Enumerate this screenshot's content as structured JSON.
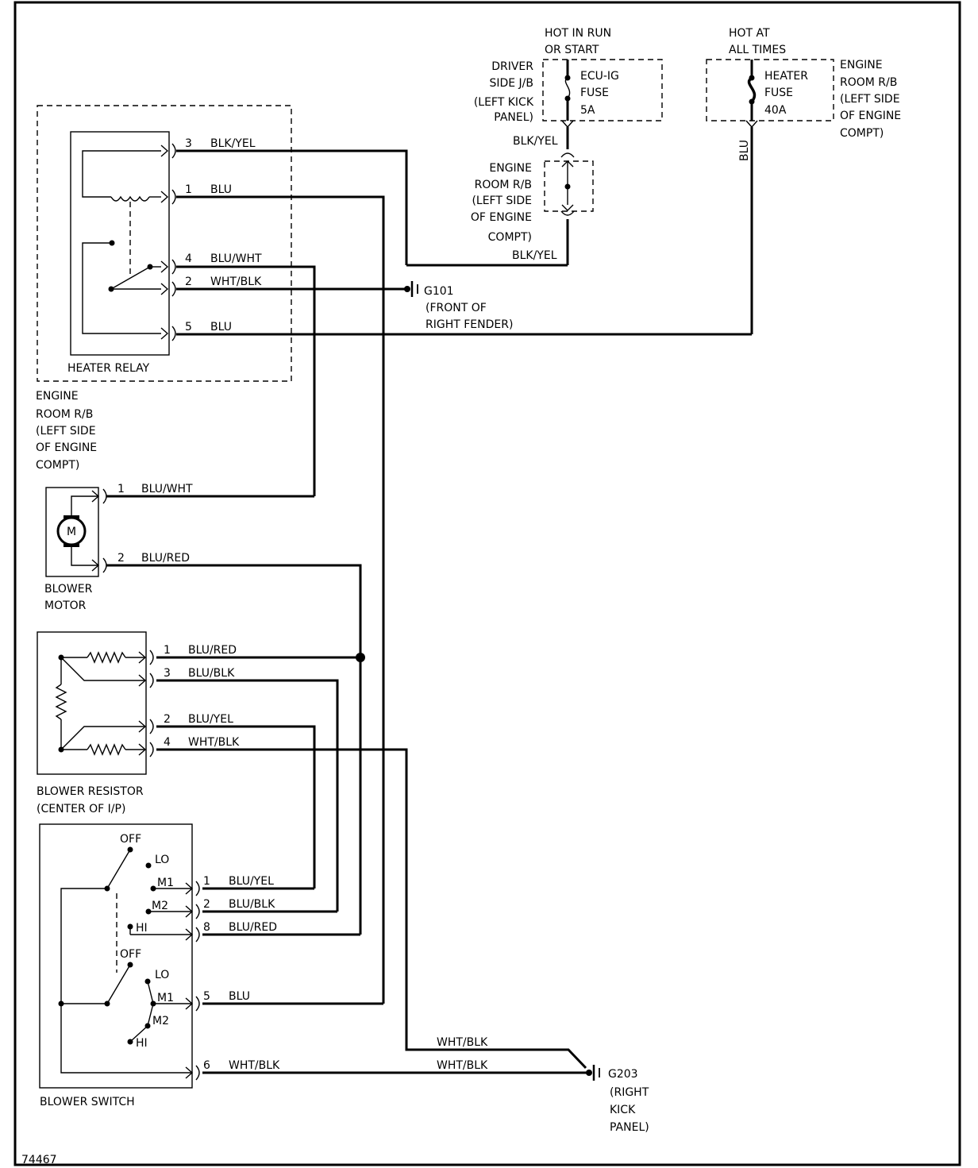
{
  "diagram_id": "74467",
  "power": {
    "run_start": {
      "line1": "HOT IN RUN",
      "line2": "OR START"
    },
    "all_times": {
      "line1": "HOT AT",
      "line2": "ALL TIMES"
    }
  },
  "driver_jb": {
    "lines": [
      "DRIVER",
      "SIDE J/B",
      "(LEFT KICK",
      "PANEL)"
    ]
  },
  "ecu_fuse": {
    "lines": [
      "ECU-IG",
      "FUSE",
      "5A"
    ]
  },
  "heater_fuse": {
    "lines": [
      "HEATER",
      "FUSE",
      "40A"
    ]
  },
  "engine_rb_right": {
    "lines": [
      "ENGINE",
      "ROOM R/B",
      "(LEFT SIDE",
      "OF ENGINE",
      "COMPT)"
    ]
  },
  "engine_rb_mid": {
    "lines": [
      "ENGINE",
      "ROOM R/B",
      "(LEFT SIDE",
      "OF ENGINE",
      "COMPT)"
    ]
  },
  "engine_rb_left": {
    "lines": [
      "ENGINE",
      "ROOM R/B",
      "(LEFT SIDE",
      "OF ENGINE",
      "COMPT)"
    ]
  },
  "wire_colors": {
    "blk_yel_top": "BLK/YEL",
    "blk_yel_bottom": "BLK/YEL",
    "blu_vertical": "BLU"
  },
  "heater_relay": {
    "label": "HEATER RELAY",
    "pins": [
      {
        "pin": "3",
        "wire": "BLK/YEL"
      },
      {
        "pin": "1",
        "wire": "BLU"
      },
      {
        "pin": "4",
        "wire": "BLU/WHT"
      },
      {
        "pin": "2",
        "wire": "WHT/BLK"
      },
      {
        "pin": "5",
        "wire": "BLU"
      }
    ]
  },
  "g101": {
    "name": "G101",
    "lines": [
      "(FRONT OF",
      "RIGHT FENDER)"
    ]
  },
  "blower_motor": {
    "label_lines": [
      "BLOWER",
      "MOTOR"
    ],
    "symbol": "M",
    "pins": [
      {
        "pin": "1",
        "wire": "BLU/WHT"
      },
      {
        "pin": "2",
        "wire": "BLU/RED"
      }
    ]
  },
  "blower_resistor": {
    "label_lines": [
      "BLOWER RESISTOR",
      "(CENTER OF I/P)"
    ],
    "pins": [
      {
        "pin": "1",
        "wire": "BLU/RED"
      },
      {
        "pin": "3",
        "wire": "BLU/BLK"
      },
      {
        "pin": "2",
        "wire": "BLU/YEL"
      },
      {
        "pin": "4",
        "wire": "WHT/BLK"
      }
    ]
  },
  "blower_switch": {
    "label": "BLOWER SWITCH",
    "upper_positions": [
      "OFF",
      "LO",
      "M1",
      "M2",
      "HI"
    ],
    "lower_positions": [
      "OFF",
      "LO",
      "M1",
      "M2",
      "HI"
    ],
    "pins": [
      {
        "pin": "1",
        "wire": "BLU/YEL"
      },
      {
        "pin": "2",
        "wire": "BLU/BLK"
      },
      {
        "pin": "8",
        "wire": "BLU/RED"
      },
      {
        "pin": "5",
        "wire": "BLU"
      },
      {
        "pin": "6",
        "wire": "WHT/BLK"
      }
    ]
  },
  "g203": {
    "name": "G203",
    "lines": [
      "(RIGHT",
      "KICK",
      "PANEL)"
    ],
    "wire_upper": "WHT/BLK",
    "wire_lower": "WHT/BLK"
  }
}
